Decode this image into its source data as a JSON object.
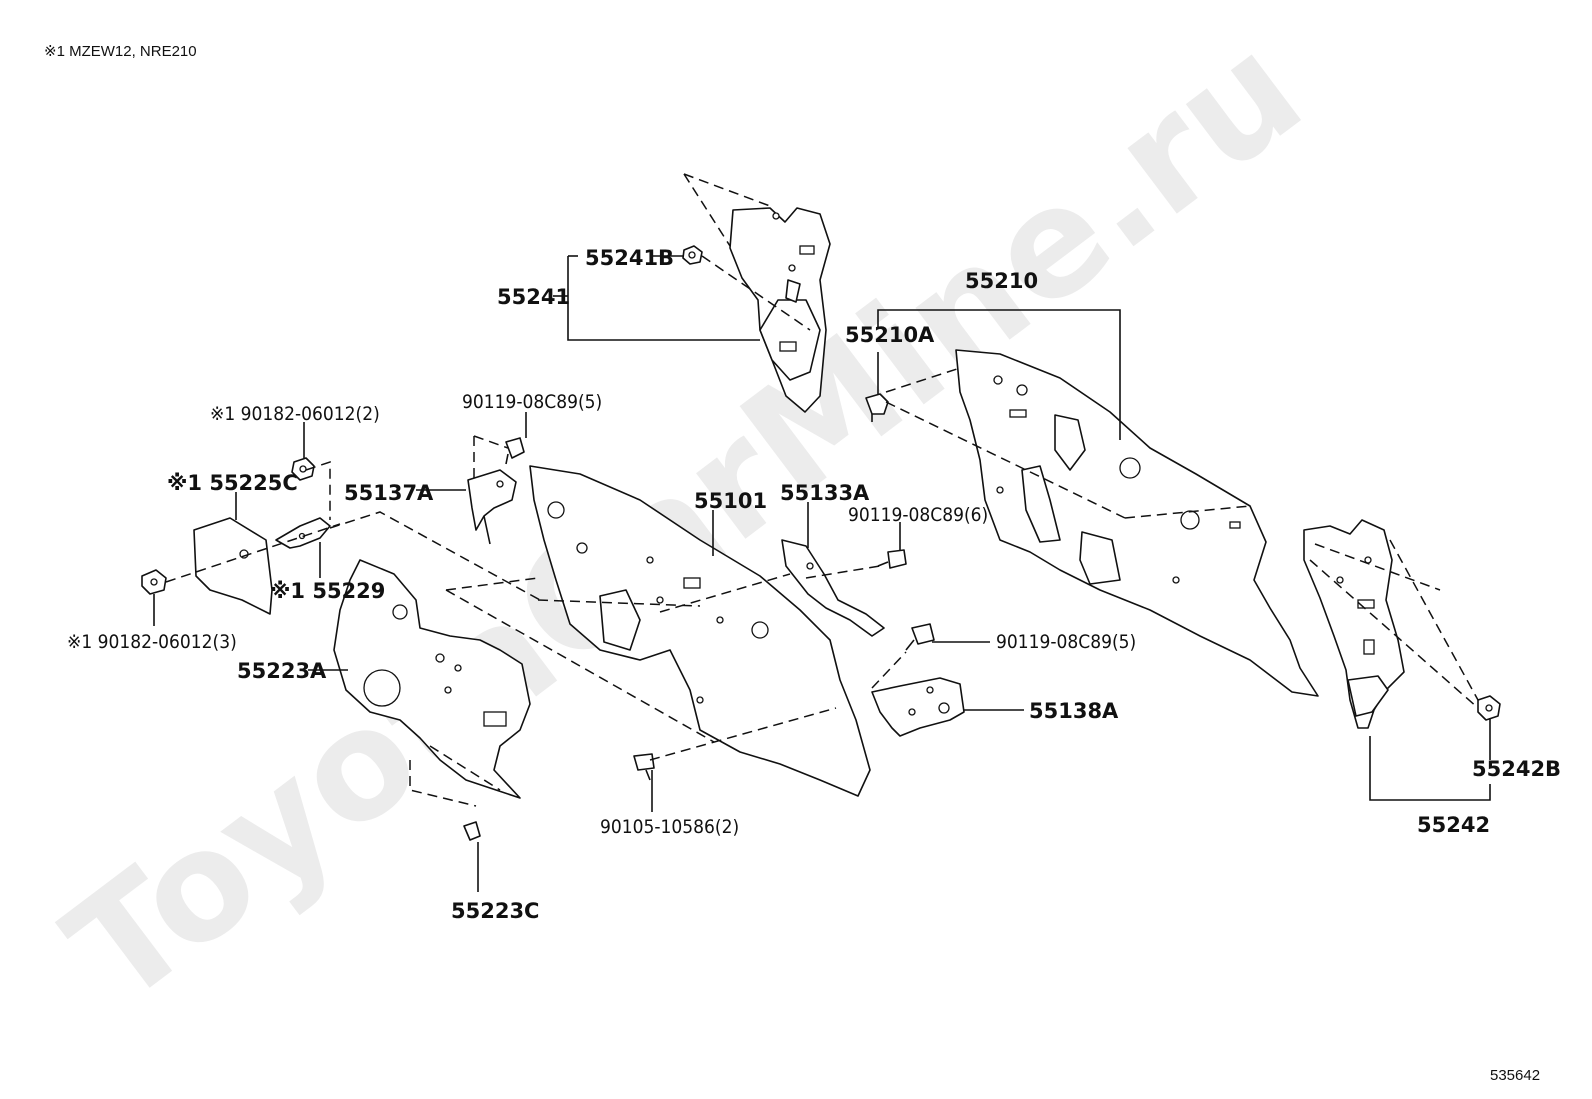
{
  "note": "※1 MZEW12, NRE210",
  "footer_code": "535642",
  "watermark": "ToyotaCarMine.ru",
  "callouts": {
    "p55241B": "55241B",
    "p55241": "55241",
    "p55210": "55210",
    "p55210A": "55210A",
    "p90182_2": "※1 90182-06012(2)",
    "p90119_5a": "90119-08C89(5)",
    "p55225C": "※1 55225C",
    "p55137A": "55137A",
    "p55101": "55101",
    "p55133A": "55133A",
    "p90119_6": "90119-08C89(6)",
    "p55229": "※1 55229",
    "p90182_3": "※1 90182-06012(3)",
    "p55223A": "55223A",
    "p90119_5b": "90119-08C89(5)",
    "p55138A": "55138A",
    "p55242B": "55242B",
    "p55242": "55242",
    "p90105": "90105-10586(2)",
    "p55223C": "55223C"
  }
}
